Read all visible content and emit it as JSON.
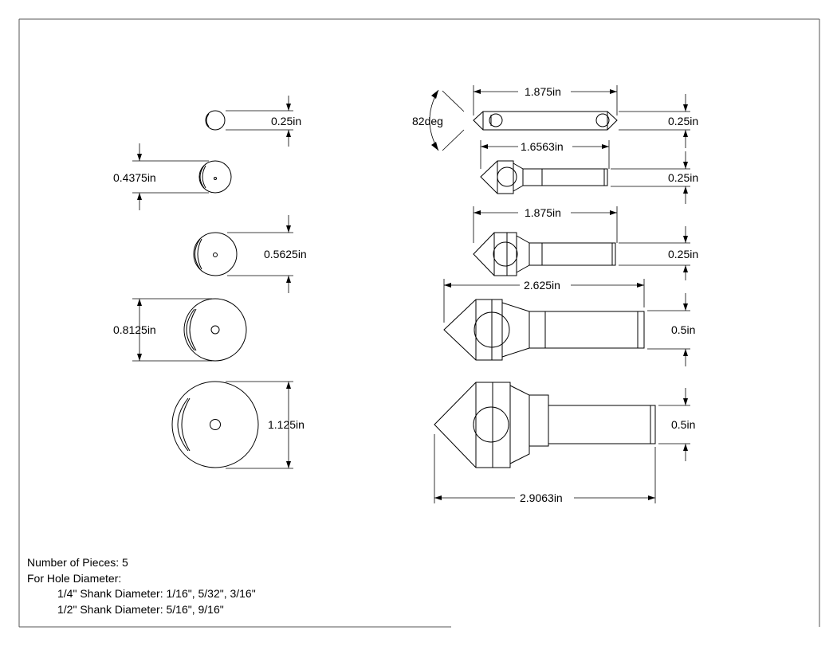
{
  "dimensions": {
    "end_025": "0.25in",
    "end_04375": "0.4375in",
    "end_05625": "0.5625in",
    "end_08125": "0.8125in",
    "end_1125": "1.125in",
    "angle": "82deg",
    "len_1": "1.875in",
    "len_2": "1.6563in",
    "len_3": "1.875in",
    "len_4": "2.625in",
    "len_5": "2.9063in",
    "shank_1": "0.25in",
    "shank_2": "0.25in",
    "shank_3": "0.25in",
    "shank_4": "0.5in",
    "shank_5": "0.5in"
  },
  "notes": {
    "pieces": "Number of Pieces: 5",
    "hole_heading": "For Hole Diameter:",
    "shank_quarter": "1/4\" Shank Diameter: 1/16\", 5/32\", 3/16\"",
    "shank_half": "1/2\" Shank Diameter: 5/16\", 9/16\""
  }
}
